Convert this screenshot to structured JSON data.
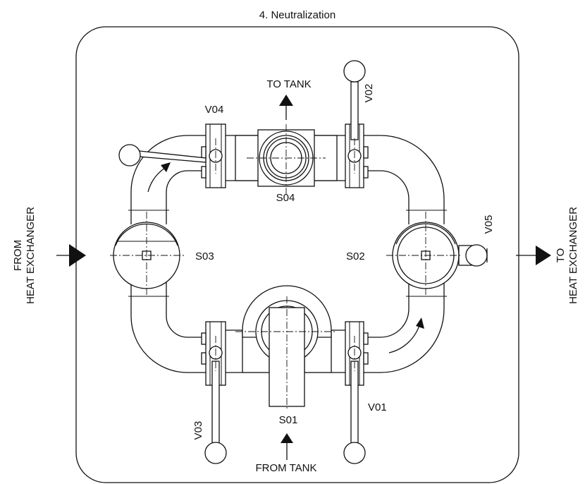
{
  "title": "4. Neutralization",
  "flow_labels": {
    "to_tank": "TO TANK",
    "from_tank": "FROM TANK",
    "from_hx_line1": "FROM",
    "from_hx_line2": "HEAT EXCHANGER",
    "to_hx_line1": "TO",
    "to_hx_line2": "HEAT EXCHANGER"
  },
  "valves": {
    "v01": "V01",
    "v02": "V02",
    "v03": "V03",
    "v04": "V04",
    "v05": "V05"
  },
  "sensors": {
    "s01": "S01",
    "s02": "S02",
    "s03": "S03",
    "s04": "S04"
  },
  "colors": {
    "line": "#111111",
    "background": "#ffffff"
  }
}
